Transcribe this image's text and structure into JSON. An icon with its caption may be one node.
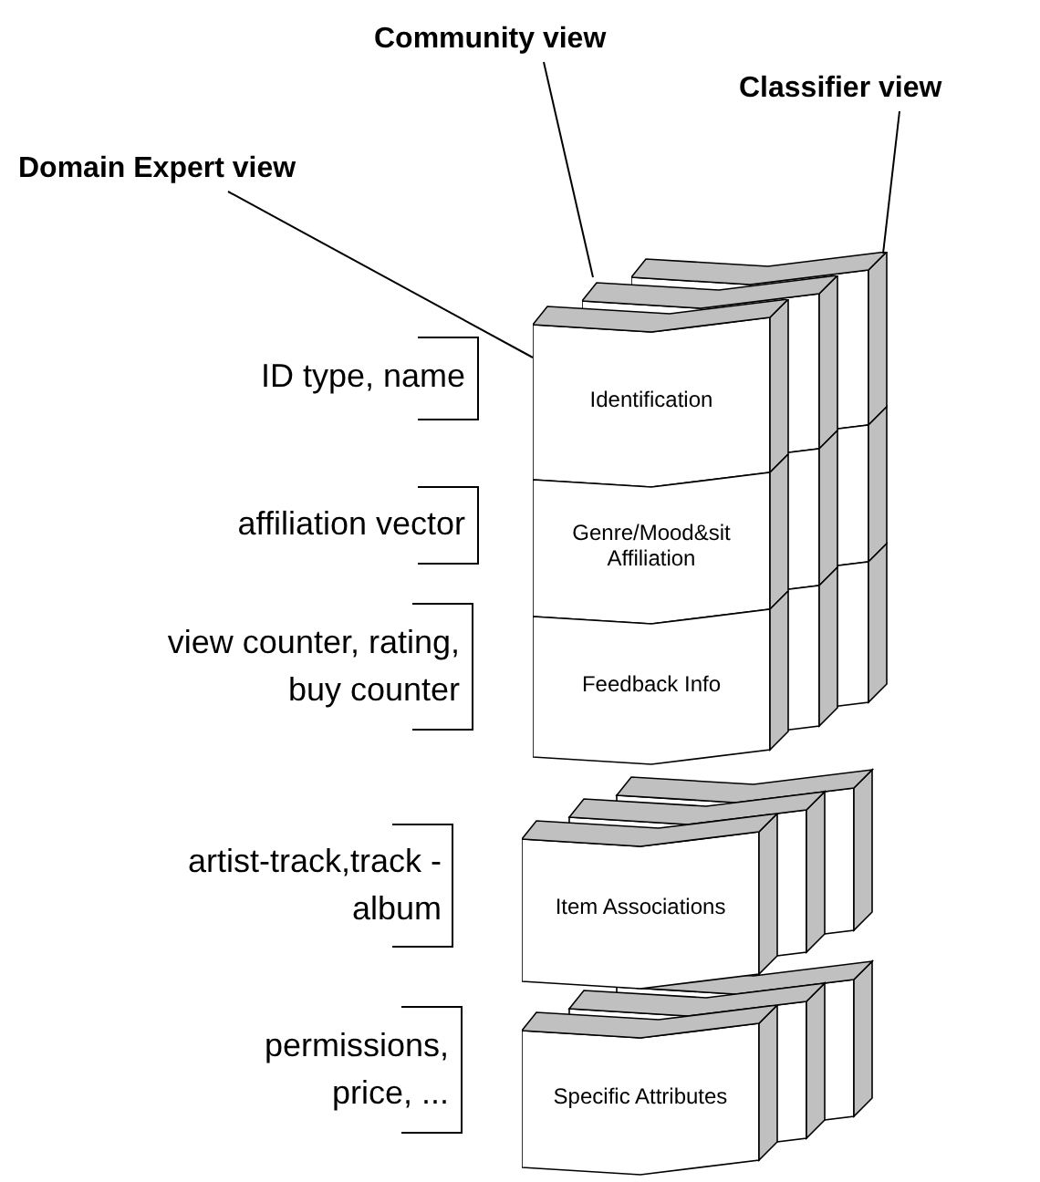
{
  "diagram": {
    "nodes": [
      {
        "text": [
          "Domain Expert view"
        ]
      },
      {
        "text": [
          "Community view"
        ]
      },
      {
        "text": [
          "Classifier view"
        ]
      },
      {
        "text": [
          "Identification"
        ],
        "beside": [
          "ID type, name"
        ]
      },
      {
        "text": [
          "Genre/Mood&sit Affiliation"
        ],
        "beside": [
          "affiliation vector"
        ]
      },
      {
        "text": [
          "Feedback Info"
        ],
        "beside": [
          "view counter, rating, buy counter"
        ]
      },
      {
        "text": [
          "Item Associations"
        ],
        "beside": [
          "artist-track,track - album"
        ]
      },
      {
        "text": [
          "Specific Attributes"
        ],
        "beside": [
          "permissions, price, ..."
        ]
      },
      {
        "text": [],
        "shape": "box"
      },
      {
        "text": [],
        "shape": "box"
      }
    ],
    "edges": [
      {
        "from": 0,
        "to": 3,
        "arrow": "none"
      },
      {
        "from": 1,
        "to": 8,
        "arrow": "none"
      },
      {
        "from": 2,
        "to": 9,
        "arrow": "none"
      }
    ]
  }
}
